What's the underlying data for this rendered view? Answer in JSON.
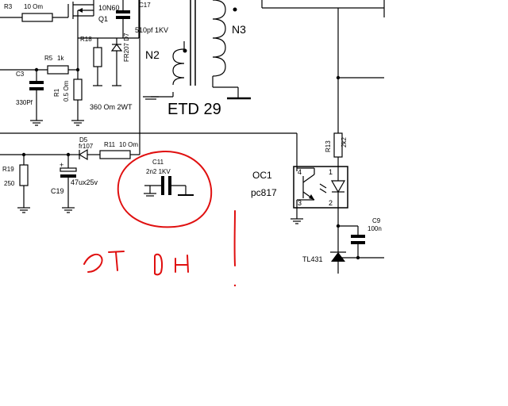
{
  "labels": {
    "r3": "R3",
    "r3_val": "10 Om",
    "q1_part": "10N60",
    "q1": "Q1",
    "c17": "C17",
    "c17_val": "510pf 1KV",
    "r18": "R18",
    "d7": "FR207 D7",
    "r5": "R5",
    "r5_val": "1k",
    "c3": "C3",
    "c3_val": "330Pf",
    "r1": "R1",
    "r1_val": "0.5 Om",
    "r_snub_val": "360 Om 2WT",
    "n2": "N2",
    "n3": "N3",
    "etd": "ETD 29",
    "d5": "D5",
    "d5_part": "fr107",
    "r11": "R11",
    "r11_val": "10 Om",
    "r19": "R19",
    "r19_val": "250",
    "c19": "C19",
    "c19_val": "47ux25v",
    "c19_plus": "+",
    "c11": "C11",
    "c11_val": "2n2 1KV",
    "r13": "R13",
    "r13_val": "2k2",
    "oc1": "OC1",
    "oc1_part": "pc817",
    "pin4": "4",
    "pin3": "3",
    "pin1": "1",
    "pin2": "2",
    "c9": "C9",
    "c9_val": "100n",
    "tl431": "TL431"
  },
  "colors": {
    "ink": "#000000",
    "annotation": "#e01010",
    "background": "#ffffff"
  }
}
